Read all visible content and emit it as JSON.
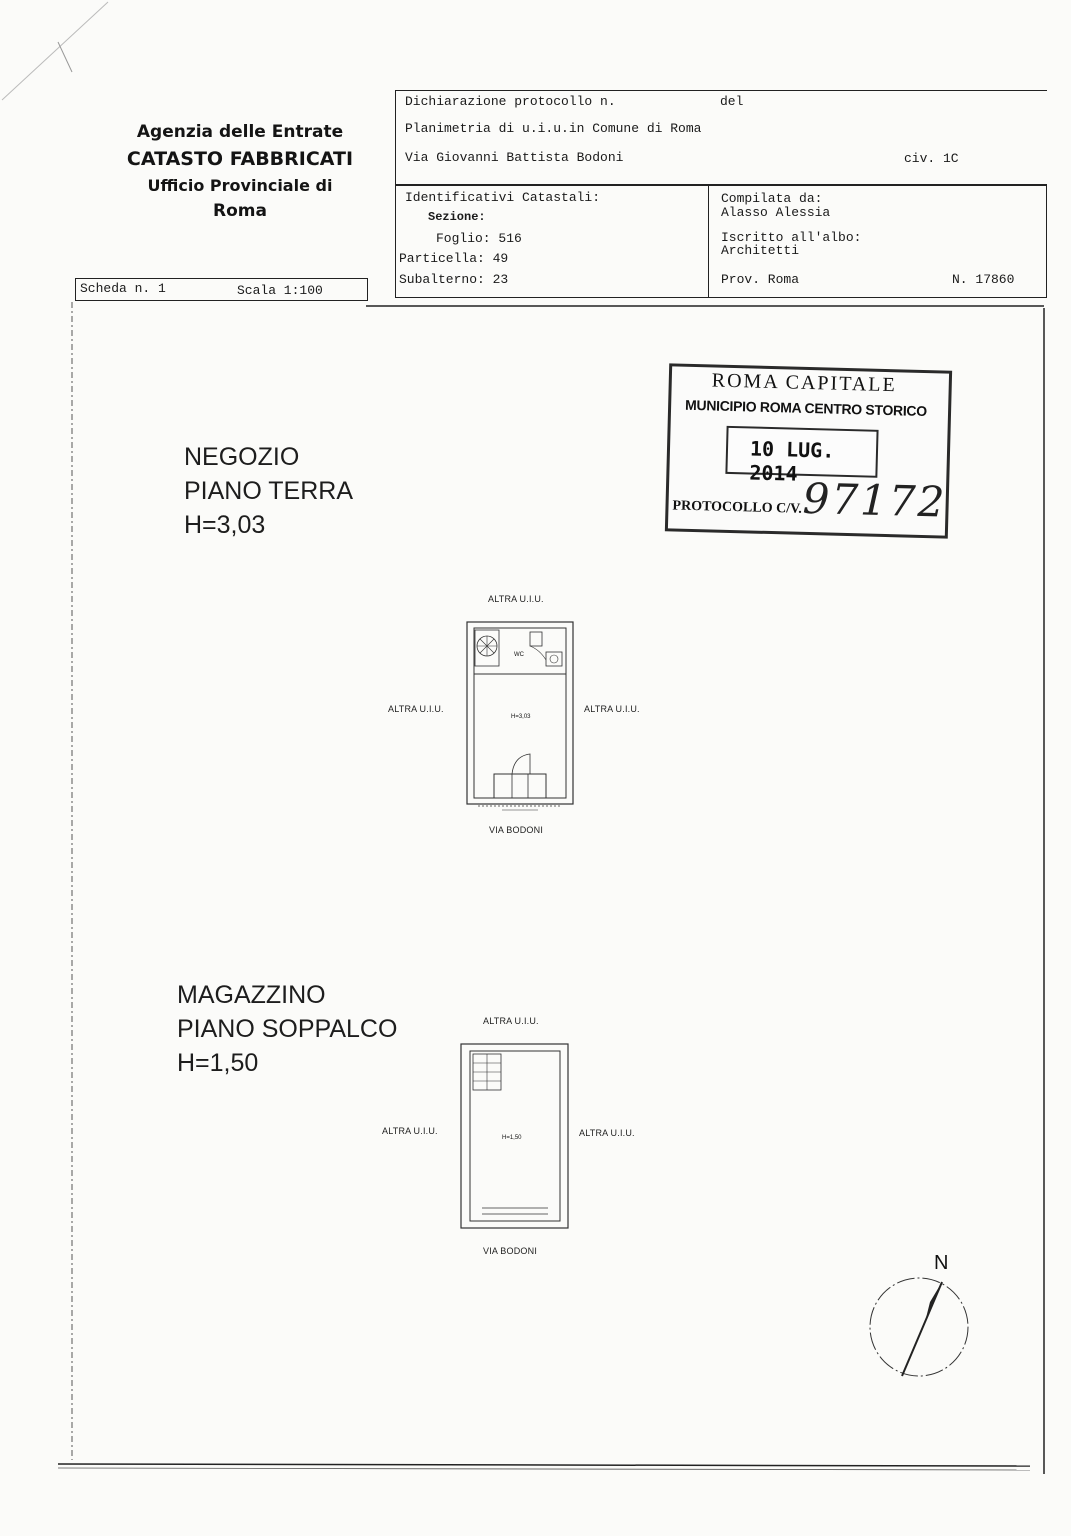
{
  "agency": {
    "line1": "Agenzia delle Entrate",
    "line2": "CATASTO FABBRICATI",
    "line3": "Ufficio Provinciale di",
    "line4": "Roma"
  },
  "header": {
    "dichiarazione": "Dichiarazione protocollo n.",
    "del": "del",
    "planimetria": "Planimetria di u.i.u.in Comune di Roma",
    "via": "Via Giovanni Battista Bodoni",
    "civico": "civ. 1C"
  },
  "identificativi": {
    "title": "Identificativi Catastali:",
    "sezione": "Sezione:",
    "foglio": "Foglio: 516",
    "particella": "Particella: 49",
    "subalterno": "Subalterno: 23"
  },
  "compilata": {
    "title": "Compilata da:",
    "name": "Alasso Alessia",
    "iscritto": "Iscritto all'albo:",
    "albo": "Architetti",
    "prov": "Prov. Roma",
    "numero": "N. 17860"
  },
  "scheda": {
    "label": "Scheda n. 1",
    "scala": "Scala 1:100"
  },
  "stamp": {
    "line1": "ROMA CAPITALE",
    "line2": "MUNICIPIO ROMA CENTRO STORICO",
    "date": "10 LUG. 2014",
    "protocollo": "PROTOCOLLO C/V.",
    "number": "97172"
  },
  "floor1": {
    "line1": "NEGOZIO",
    "line2": "PIANO TERRA",
    "line3": "H=3,03",
    "top": "ALTRA U.I.U.",
    "left": "ALTRA U.I.U.",
    "right": "ALTRA U.I.U.",
    "bottom": "VIA BODONI",
    "wc": "WC",
    "height": "H=3,03"
  },
  "floor2": {
    "line1": "MAGAZZINO",
    "line2": "PIANO SOPPALCO",
    "line3": "H=1,50",
    "top": "ALTRA U.I.U.",
    "left": "ALTRA U.I.U.",
    "right": "ALTRA U.I.U.",
    "bottom": "VIA BODONI",
    "height": "H=1,50"
  },
  "compass": {
    "label": "N"
  }
}
